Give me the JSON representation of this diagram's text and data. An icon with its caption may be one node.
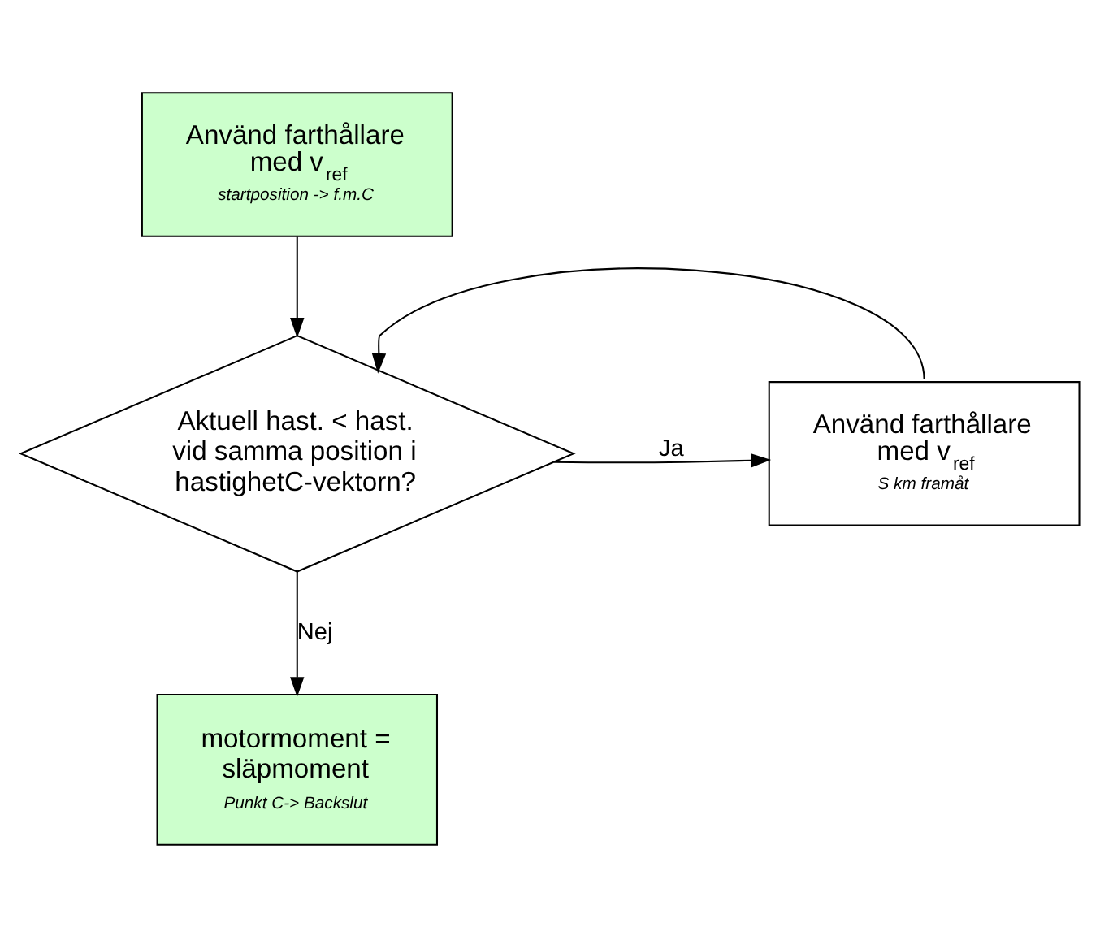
{
  "diagram": {
    "nodes": [
      {
        "text": [
          "Använd farthållare med v$_{ref}$",
          "startposition -> f.m.C"
        ]
      },
      {
        "text": [
          "Aktuell hast. < hast. vid samma position i hastighetC-vektorn?"
        ]
      },
      {
        "text": [
          "Använd farthållare med v$_{ref}$",
          "S km framåt"
        ]
      },
      {
        "text": [
          "motormoment = släpmoment",
          "Punkt C-> Backslut"
        ]
      }
    ],
    "edges": [
      {
        "from": 0,
        "to": 1,
        "arrow": "to"
      },
      {
        "from": 1,
        "to": 2,
        "arrow": "to",
        "label": "Ja"
      },
      {
        "from": 2,
        "to": 1,
        "arrow": "to"
      },
      {
        "from": 1,
        "to": 3,
        "arrow": "to",
        "label": "Nej"
      }
    ]
  }
}
